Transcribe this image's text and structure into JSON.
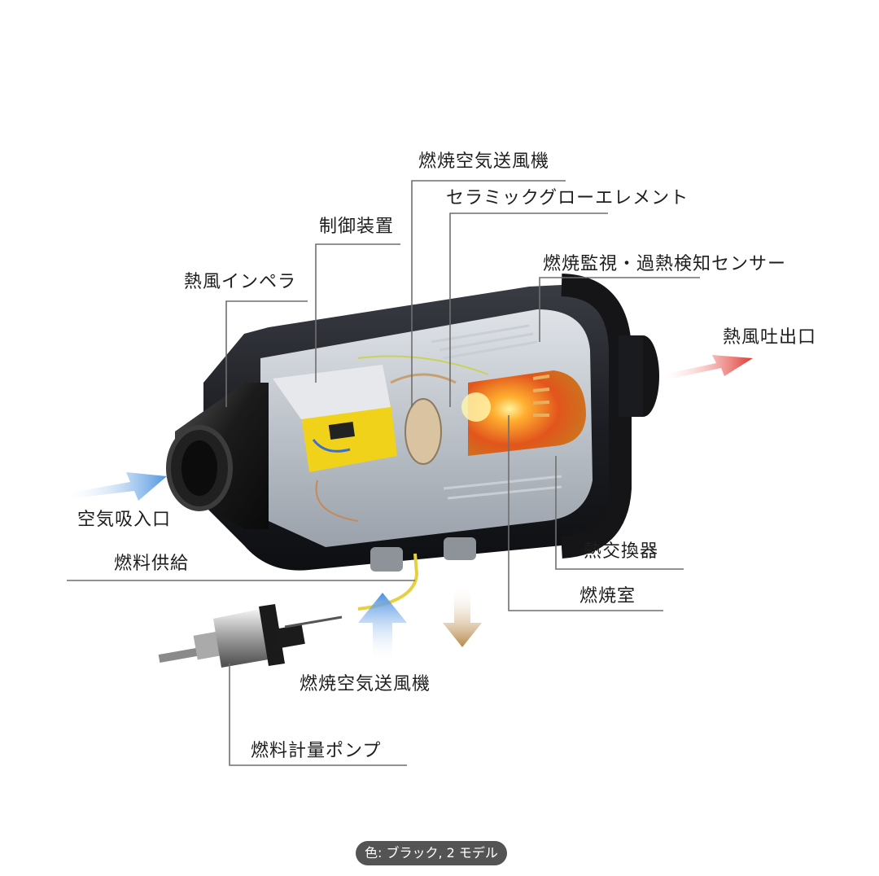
{
  "diagram": {
    "subject": "diesel-air-heater-cutaway",
    "labels": {
      "combustion_air_blower_top": "燃焼空気送風機",
      "ceramic_glow_element": "セラミックグローエレメント",
      "control_unit": "制御装置",
      "hot_air_impeller": "熱風インペラ",
      "flame_overheat_sensor": "燃焼監視・過熱検知センサー",
      "hot_air_outlet": "熱風吐出口",
      "air_intake": "空気吸入口",
      "fuel_supply": "燃料供給",
      "heat_exchanger": "熱交換器",
      "combustion_chamber": "燃焼室",
      "combustion_air_blower_bottom": "燃焼空気送風機",
      "fuel_metering_pump": "燃料計量ポンプ"
    },
    "arrows": {
      "intake_color": "#5b9be0",
      "outlet_color": "#e0403a",
      "combustion_air_in_color": "#4a90e2",
      "exhaust_color": "#b98a4a"
    }
  },
  "caption": {
    "text": "色: ブラック, 2 モデル"
  }
}
